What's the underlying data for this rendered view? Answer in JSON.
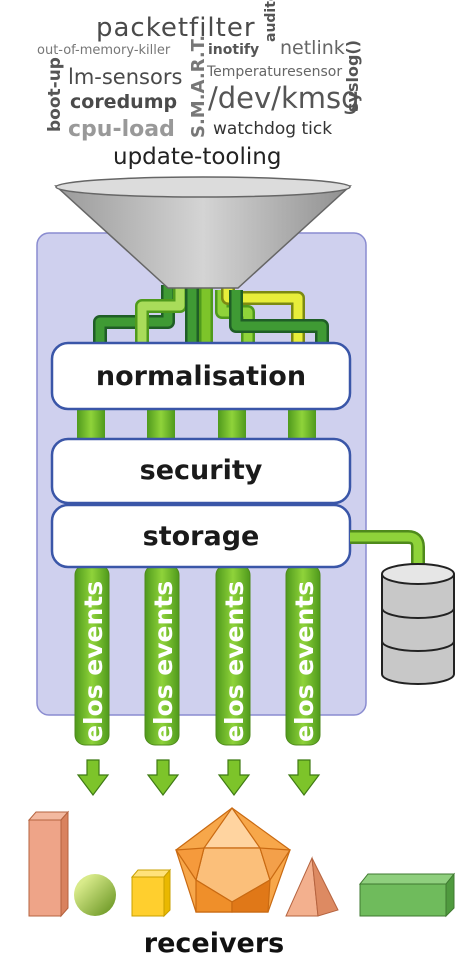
{
  "sources": {
    "packetfilter": "packetfilter",
    "auditd": "auditd",
    "out_of_memory_killer": "out-of-memory-killer",
    "smart": "S.M.A.R.T.",
    "inotify": "inotify",
    "netlink": "netlink",
    "syslog": "syslog()",
    "boot_up": "boot-up",
    "lm_sensors": "lm-sensors",
    "temperaturesensor": "Temperaturesensor",
    "coredump": "coredump",
    "dev_kmsg": "/dev/kmsg",
    "cpu_load": "cpu-load",
    "watchdog_tick": "watchdog tick",
    "update_tooling": "update-tooling"
  },
  "pipeline": {
    "normalisation": "normalisation",
    "security": "security",
    "storage": "storage",
    "events": [
      "elos events",
      "elos events",
      "elos events",
      "elos events"
    ]
  },
  "receivers": "receivers",
  "colors": {
    "panel": "#cfd0ee",
    "panel_border": "#8a8cd0",
    "stage_border": "#3a56a8",
    "pipe_green": "#7dc42a",
    "pipe_dark_green": "#3f9a34",
    "pipe_yellow": "#e8ee3a",
    "funnel": "#b9b9b9",
    "db": "#c8c8c8"
  }
}
